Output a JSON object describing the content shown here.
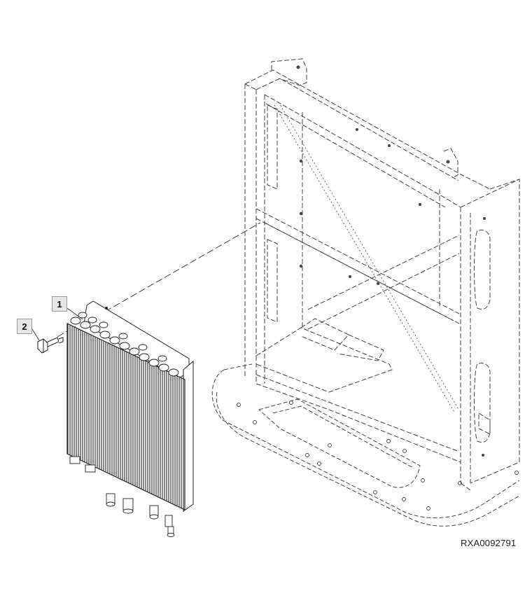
{
  "callouts": [
    {
      "number": "1",
      "part": "condenser-core"
    },
    {
      "number": "2",
      "part": "bolt"
    }
  ],
  "figure_id": "RXA0092791",
  "colors": {
    "line": "#222222",
    "dashed": "#444444",
    "fin": "#3a3a3a",
    "callout_bg": "#e6e6e6"
  }
}
